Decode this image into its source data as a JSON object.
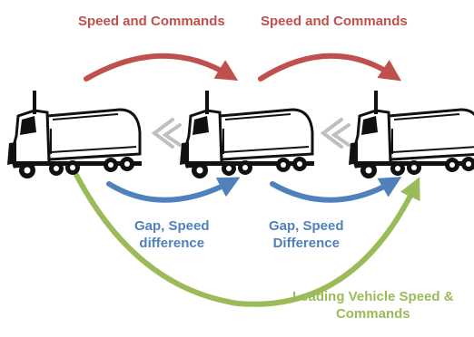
{
  "colors": {
    "red_arrow": "#c0504d",
    "blue_arrow": "#4f81bd",
    "green_arrow": "#9bbb59",
    "truck_outline": "#111111",
    "chevron": "#bfbfbf"
  },
  "labels": {
    "speed_commands_1": "Speed and Commands",
    "speed_commands_2": "Speed and Commands",
    "gap_speed_1_line1": "Gap, Speed",
    "gap_speed_1_line2": "difference",
    "gap_speed_2_line1": "Gap, Speed",
    "gap_speed_2_line2": "Difference",
    "leading_line1": "Leading Vehicle Speed &",
    "leading_line2": "Commands"
  },
  "trucks": [
    {
      "icon": "tanker-truck-icon",
      "role": "leading"
    },
    {
      "icon": "tanker-truck-icon",
      "role": "middle"
    },
    {
      "icon": "tanker-truck-icon",
      "role": "trailing"
    }
  ],
  "chevrons": [
    "chevron-left-icon",
    "chevron-left-icon"
  ]
}
